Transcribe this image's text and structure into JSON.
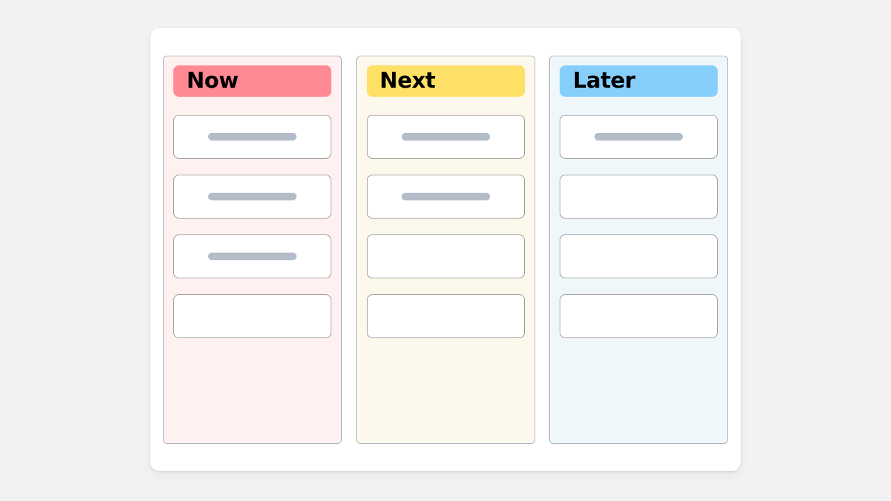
{
  "board": {
    "background_color": "#f2f2f2",
    "panel_color": "#ffffff",
    "columns": [
      {
        "id": "now",
        "title": "Now",
        "header_color": "#ff8a94",
        "body_color": "#fff1f0",
        "border_color": "#aab3bc",
        "cards": [
          {
            "placeholder": true
          },
          {
            "placeholder": true
          },
          {
            "placeholder": true
          },
          {
            "placeholder": false
          }
        ]
      },
      {
        "id": "next",
        "title": "Next",
        "header_color": "#ffe066",
        "body_color": "#fcf8ec",
        "border_color": "#aab3bc",
        "cards": [
          {
            "placeholder": true
          },
          {
            "placeholder": true
          },
          {
            "placeholder": false
          },
          {
            "placeholder": false
          }
        ]
      },
      {
        "id": "later",
        "title": "Later",
        "header_color": "#86cefc",
        "body_color": "#eff7fb",
        "border_color": "#aab3bc",
        "cards": [
          {
            "placeholder": true
          },
          {
            "placeholder": false
          },
          {
            "placeholder": false
          },
          {
            "placeholder": false
          }
        ]
      }
    ]
  }
}
